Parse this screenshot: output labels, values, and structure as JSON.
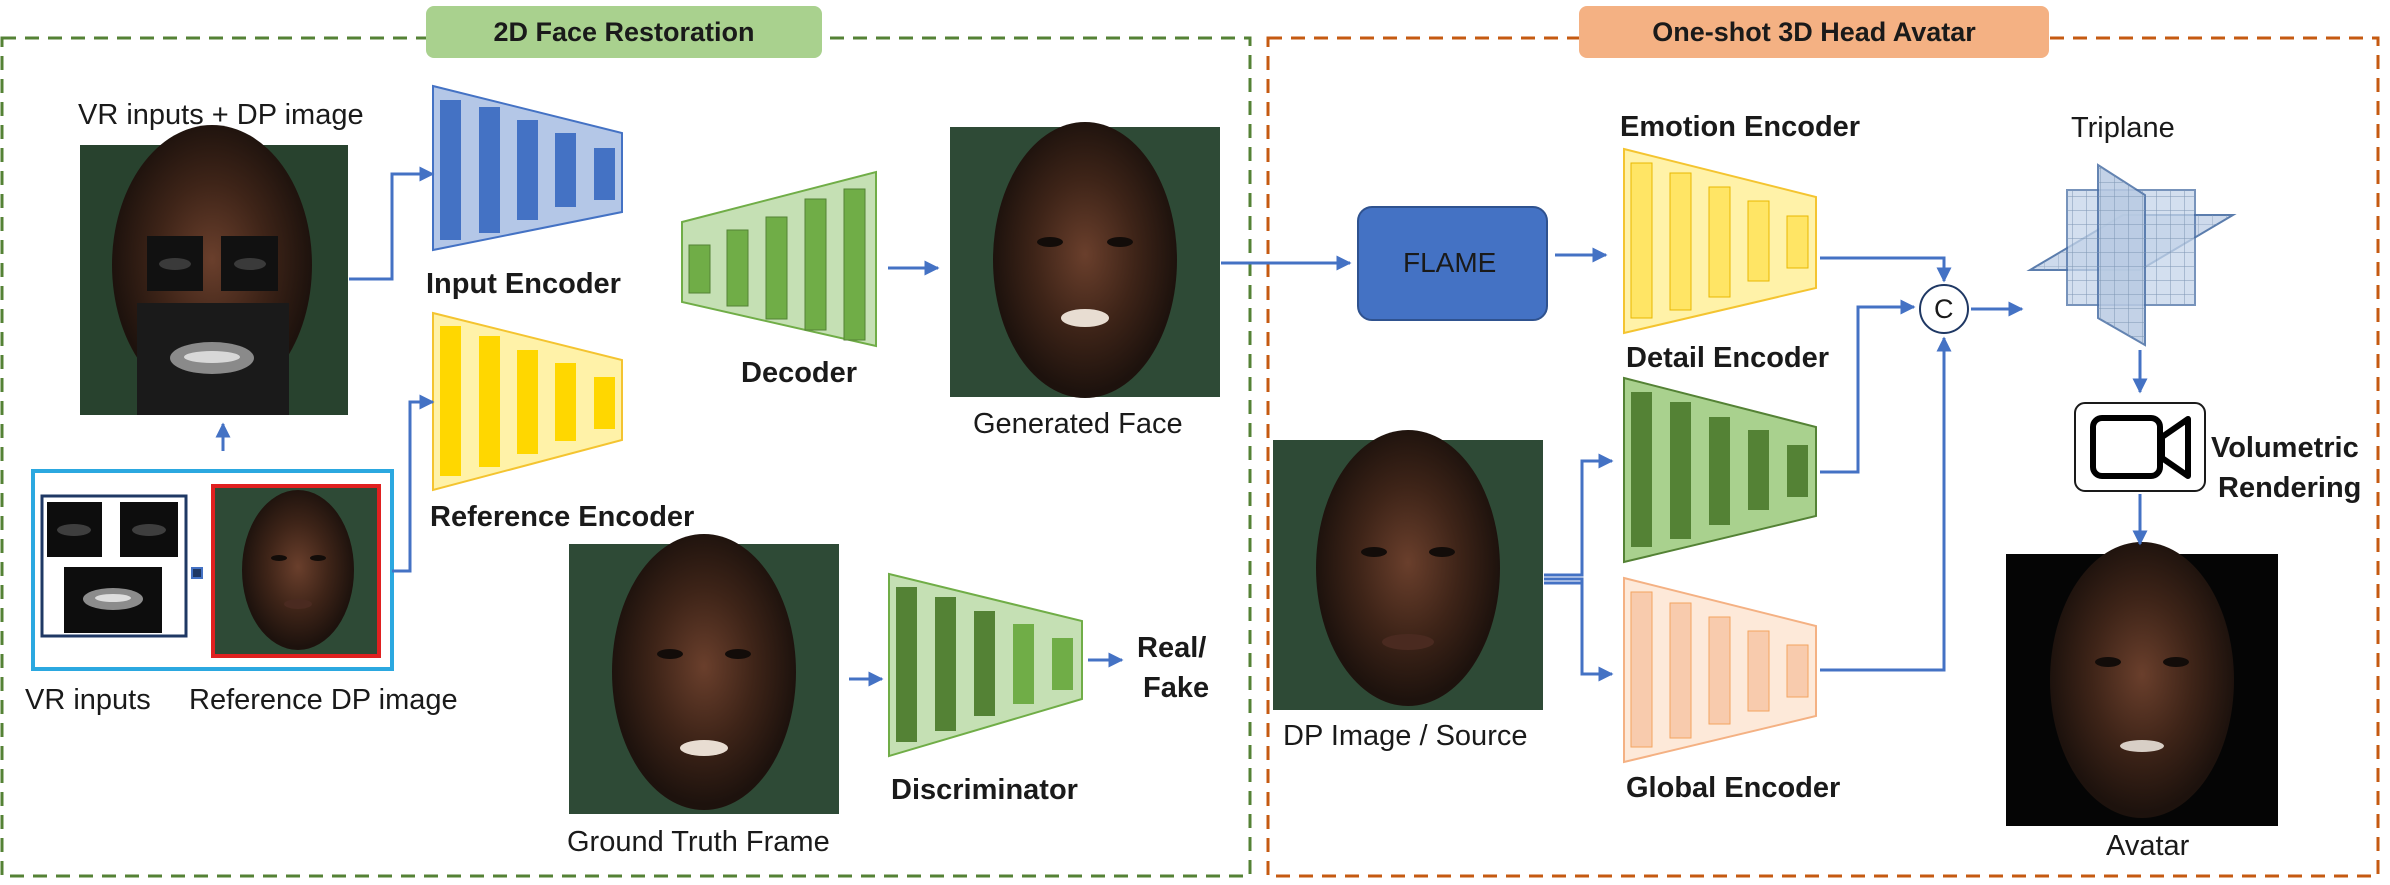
{
  "sections": {
    "restoration_title": "2D Face Restoration",
    "avatar_title": "One-shot 3D Head Avatar"
  },
  "labels": {
    "vr_inputs_dp": "VR inputs + DP image",
    "input_encoder": "Input Encoder",
    "reference_encoder": "Reference Encoder",
    "decoder": "Decoder",
    "generated_face": "Generated Face",
    "vr_inputs": "VR inputs",
    "reference_dp_image": "Reference DP image",
    "ground_truth_frame": "Ground Truth Frame",
    "discriminator": "Discriminator",
    "real_fake_line1": "Real/",
    "real_fake_line2": "Fake",
    "flame": "FLAME",
    "emotion_encoder": "Emotion Encoder",
    "detail_encoder": "Detail Encoder",
    "global_encoder": "Global Encoder",
    "concat": "C",
    "triplane": "Triplane",
    "volumetric_line1": "Volumetric",
    "volumetric_line2": "Rendering",
    "dp_image_source": "DP Image / Source",
    "avatar": "Avatar"
  },
  "colors": {
    "restoration_border": "#548235",
    "restoration_tag": "#a9d18e",
    "avatar_border": "#c55a11",
    "avatar_tag": "#f4b183",
    "arrow": "#4472c4",
    "blue_encoder": "#4472c4",
    "yellow_encoder": "#ffd700",
    "green_encoder": "#70ad47",
    "orange_encoder": "#f4b183",
    "vr_box": "#2ba8e0",
    "ref_box": "#e02020"
  },
  "icons": [
    "video-camera-icon",
    "triplane-icon",
    "concat-icon"
  ]
}
